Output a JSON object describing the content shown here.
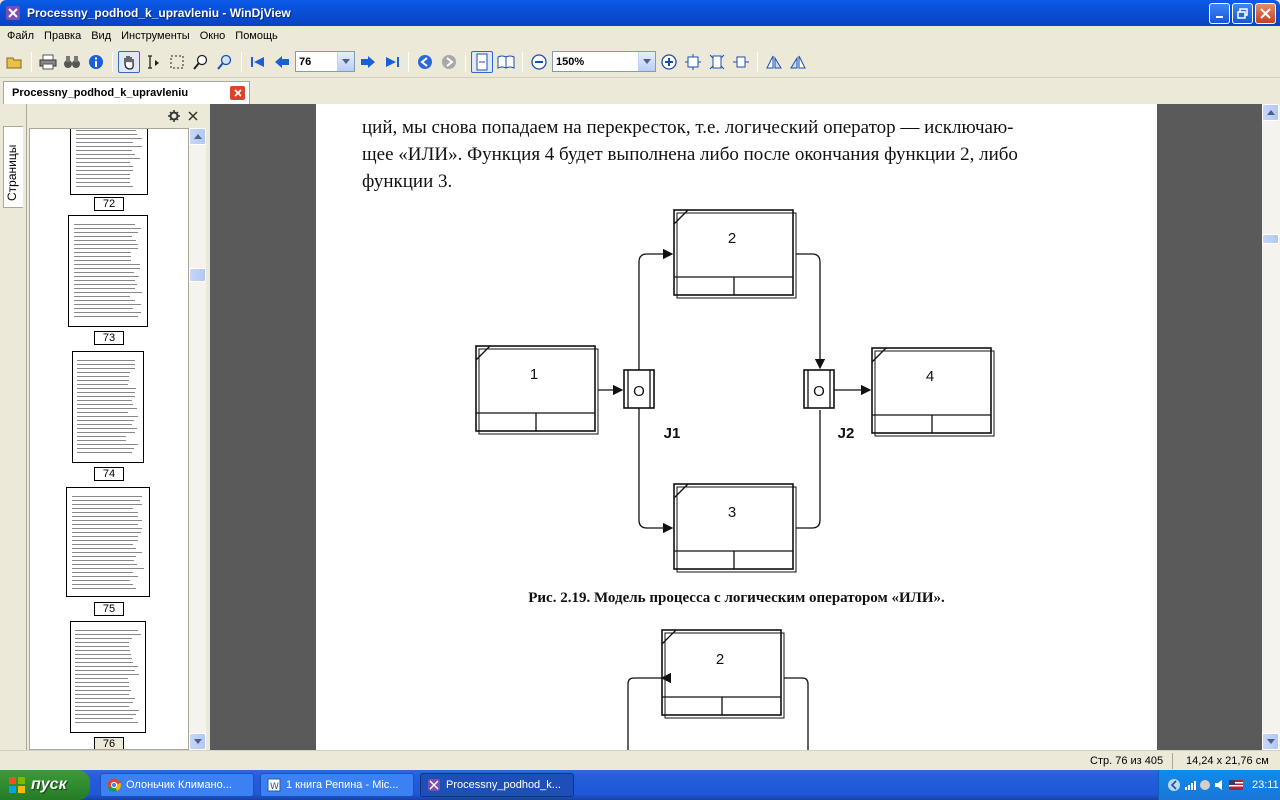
{
  "window": {
    "title": "Processny_podhod_k_upravleniu - WinDjView"
  },
  "menu": [
    "Файл",
    "Правка",
    "Вид",
    "Инструменты",
    "Окно",
    "Помощь"
  ],
  "toolbar": {
    "page_value": "76",
    "zoom_value": "150%"
  },
  "doc_tab": {
    "label": "Processny_podhod_k_upravleniu"
  },
  "side_tab": {
    "label": "Страницы"
  },
  "thumbnails": [
    "72",
    "73",
    "74",
    "75",
    "76"
  ],
  "page": {
    "text_lines": [
      "ций, мы снова попадаем на перекресток, т.е. логический оператор — исключаю-",
      "щее «ИЛИ». Функция 4 будет выполнена либо после окончания функции 2, либо",
      "функции 3."
    ],
    "diagram": {
      "boxes": [
        "1",
        "2",
        "3",
        "4"
      ],
      "junction_symbol": "O",
      "junction_labels": [
        "J1",
        "J2"
      ],
      "lower_box": "2"
    },
    "caption": "Рис. 2.19. Модель процесса с логическим оператором «ИЛИ»."
  },
  "status": {
    "page_info": "Стр. 76 из 405",
    "page_size": "14,24 x 21,76 см"
  },
  "taskbar": {
    "start_label": "пуск",
    "tasks": [
      "Олоньчик Климано...",
      "1 книга Репина - Mic...",
      "Processny_podhod_k..."
    ],
    "clock": "23:11"
  }
}
